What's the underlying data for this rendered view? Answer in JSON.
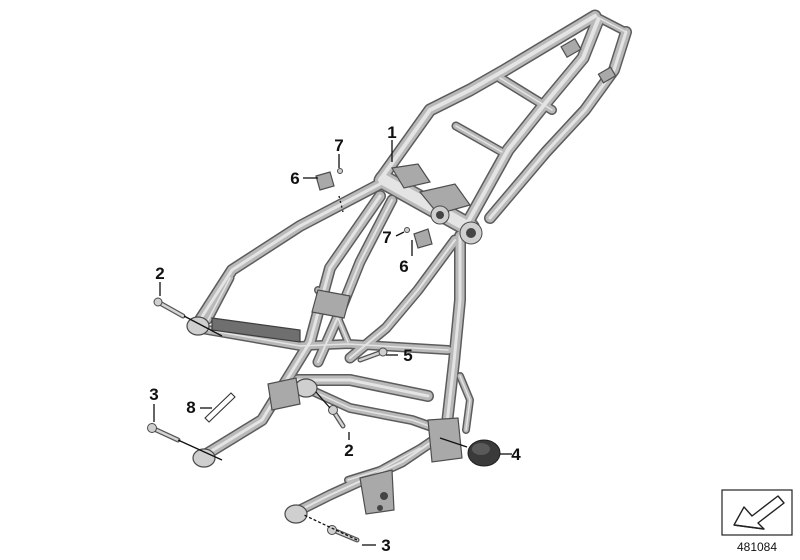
{
  "diagram": {
    "callouts": [
      {
        "id": "c1",
        "label": "1"
      },
      {
        "id": "c2a",
        "label": "2"
      },
      {
        "id": "c2b",
        "label": "2"
      },
      {
        "id": "c3a",
        "label": "3"
      },
      {
        "id": "c3b",
        "label": "3"
      },
      {
        "id": "c4",
        "label": "4"
      },
      {
        "id": "c5",
        "label": "5"
      },
      {
        "id": "c6a",
        "label": "6"
      },
      {
        "id": "c6b",
        "label": "6"
      },
      {
        "id": "c7a",
        "label": "7"
      },
      {
        "id": "c7b",
        "label": "7"
      },
      {
        "id": "c8",
        "label": "8"
      }
    ],
    "reference_number": "481084"
  },
  "colors": {
    "frame_outline": "#5c5c5c",
    "frame_fill": "#b9b9b9",
    "frame_highlight": "#e4e4e4",
    "ink": "#111111"
  }
}
